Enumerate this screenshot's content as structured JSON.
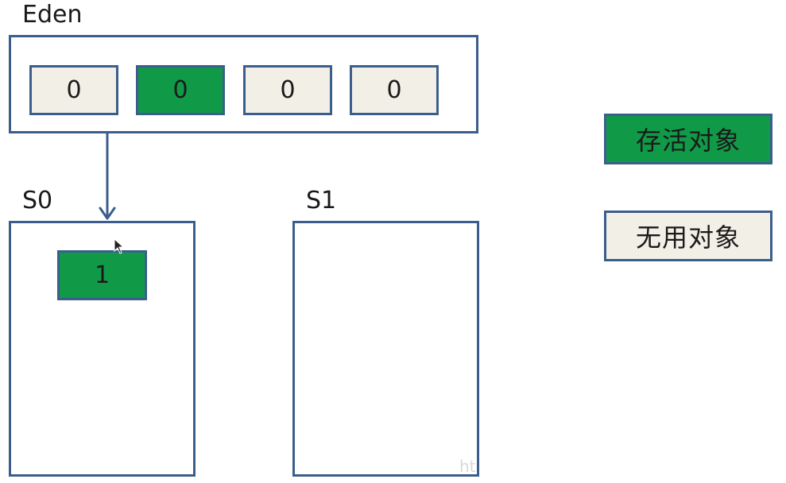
{
  "colors": {
    "border": "#3b5e8c",
    "live": "#109a48",
    "dead": "#f2efe6"
  },
  "eden": {
    "label": "Eden",
    "cells": [
      {
        "value": "0",
        "state": "dead"
      },
      {
        "value": "0",
        "state": "live"
      },
      {
        "value": "0",
        "state": "dead"
      },
      {
        "value": "0",
        "state": "dead"
      }
    ]
  },
  "s0": {
    "label": "S0",
    "cells": [
      {
        "value": "1",
        "state": "live"
      }
    ]
  },
  "s1": {
    "label": "S1"
  },
  "legend": {
    "live_label": "存活对象",
    "dead_label": "无用对象"
  },
  "icons": {
    "arrow": "arrow-down-icon",
    "cursor": "mouse-pointer-icon"
  },
  "watermark": "ht"
}
